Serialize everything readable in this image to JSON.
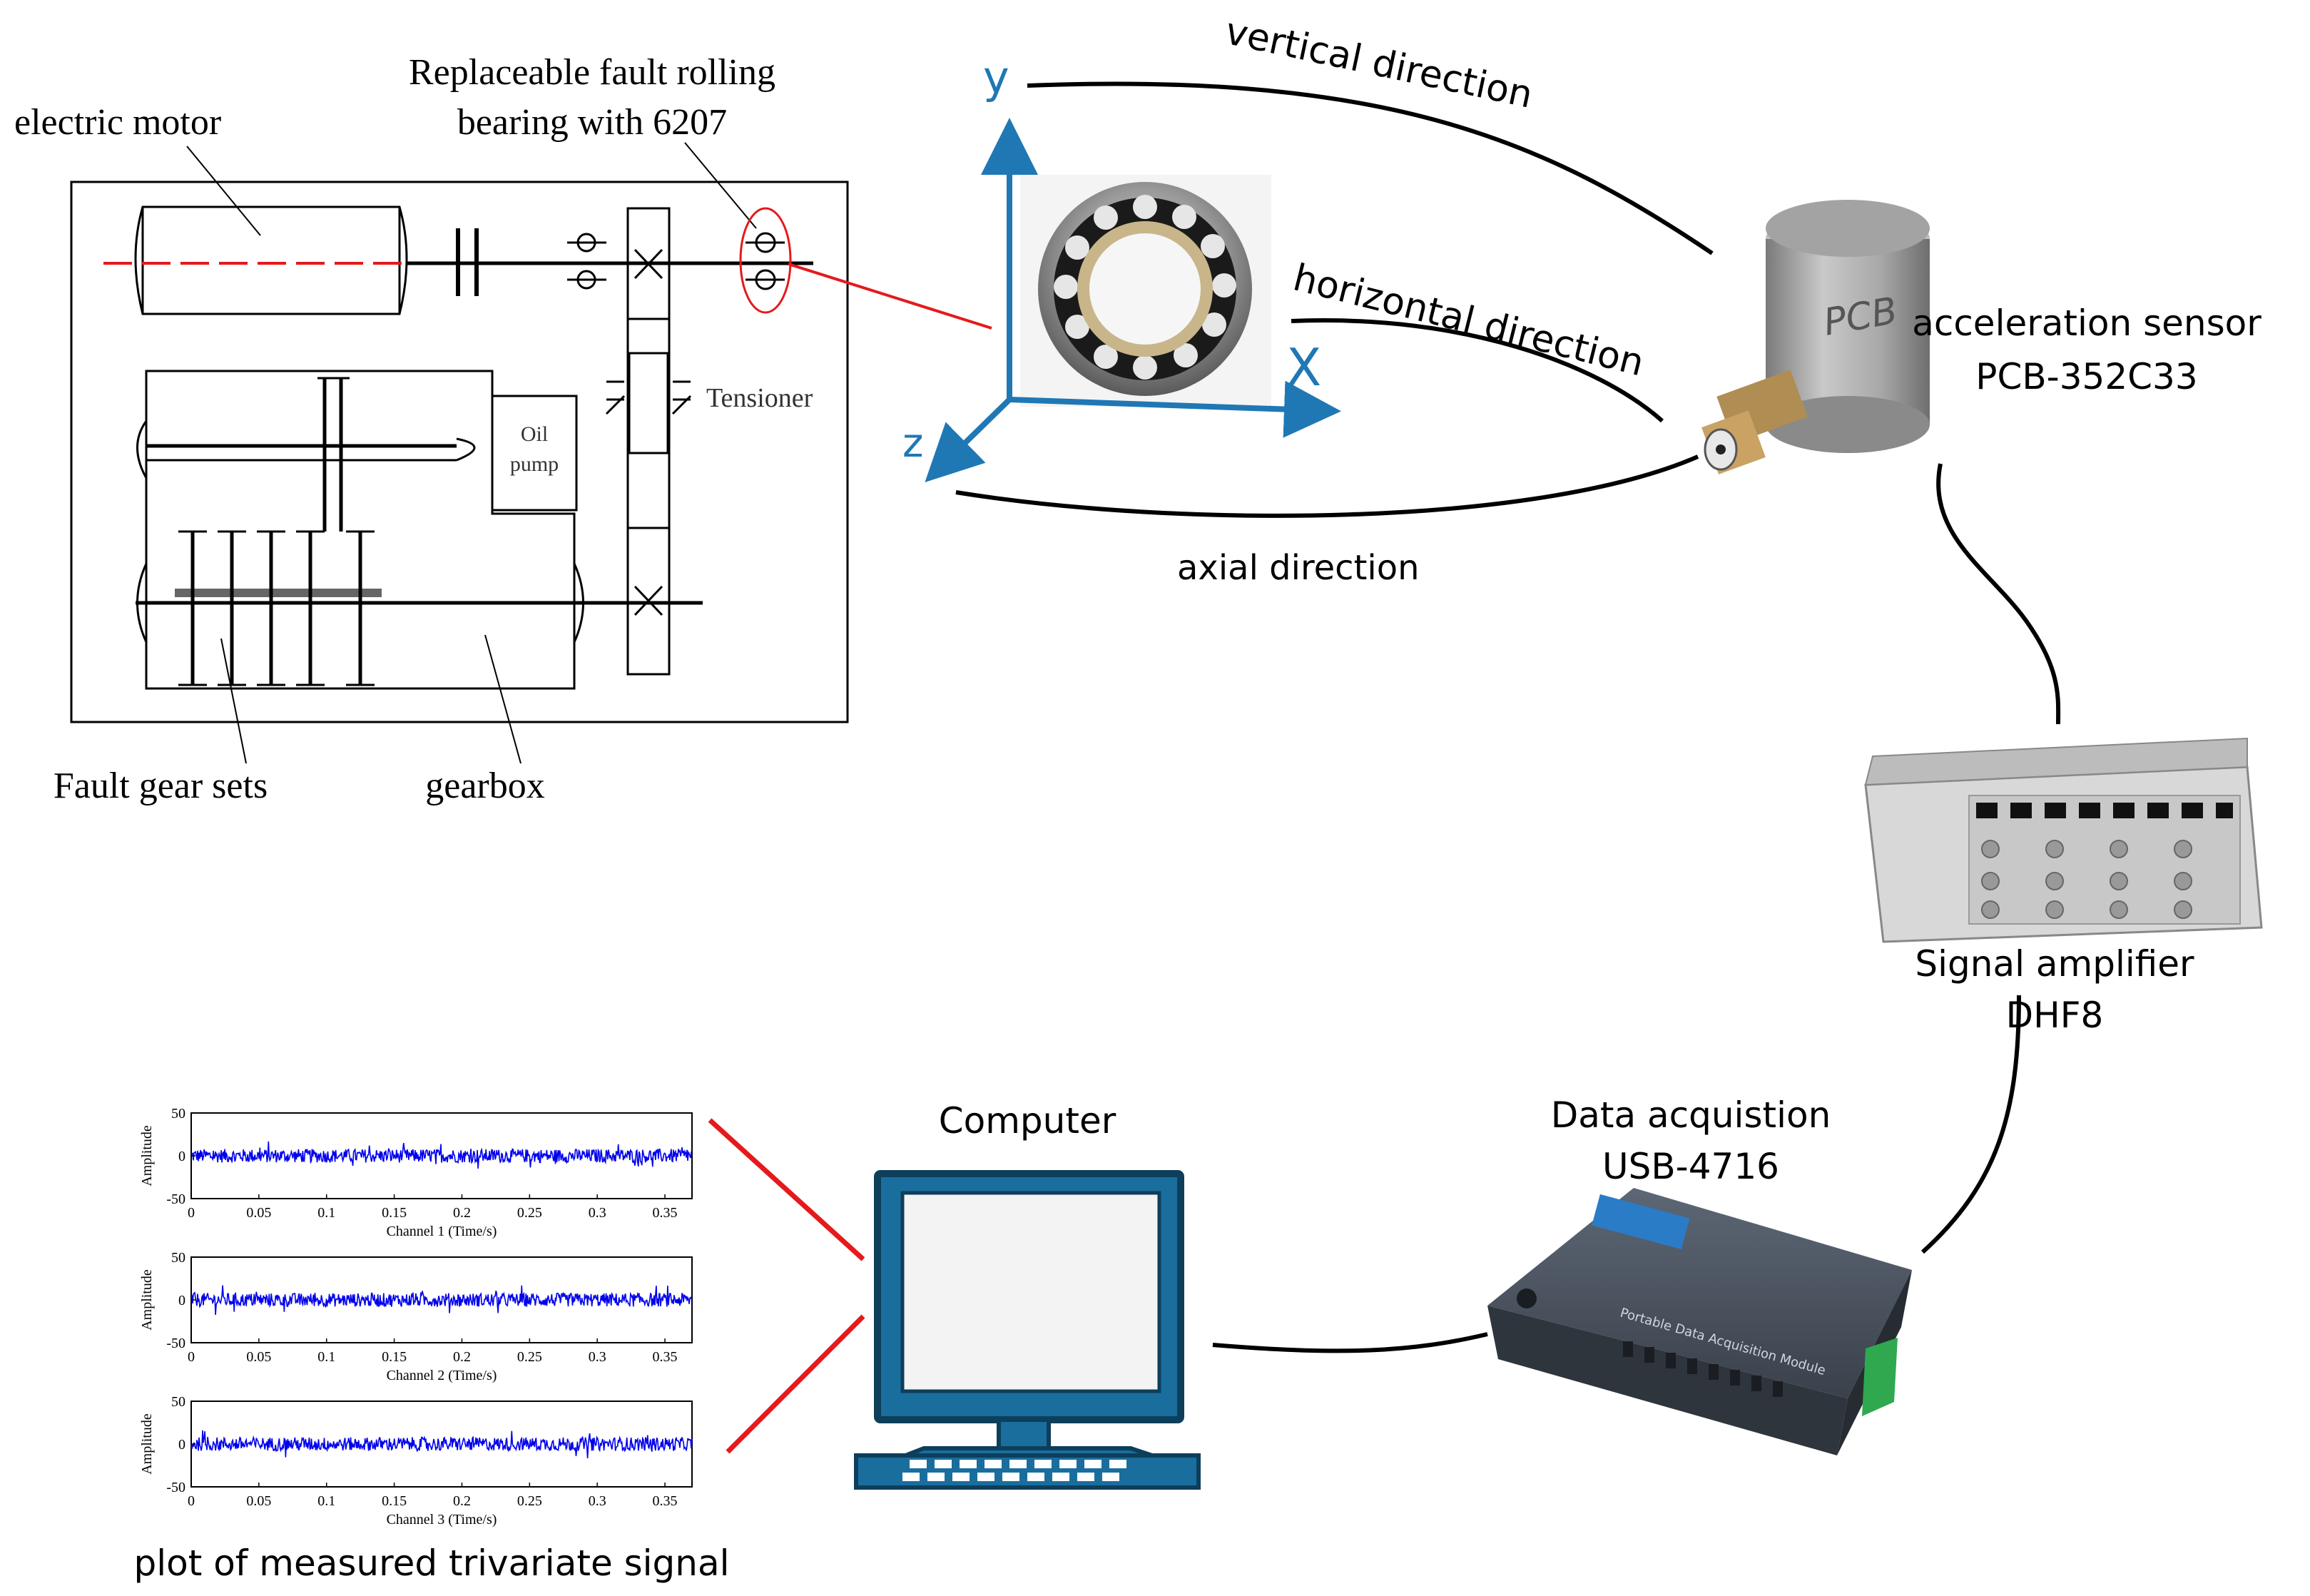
{
  "labels": {
    "motor": "electric motor",
    "bearing_l1": "Replaceable fault rolling",
    "bearing_l2": "bearing with 6207",
    "tensioner": "Tensioner",
    "oil_l1": "Oil",
    "oil_l2": "pump",
    "gear_sets": "Fault gear sets",
    "gearbox": "gearbox",
    "vertical": "vertical direction",
    "horizontal": "horizontal direction",
    "axial": "axial direction",
    "sensor_l1": "acceleration sensor",
    "sensor_l2": "PCB-352C33",
    "sensor_brand": "PCB",
    "amp_l1": "Signal amplifier",
    "amp_l2": "DHF8",
    "daq_l1": "Data acquistion",
    "daq_l2": "USB-4716",
    "daq_panel": "Portable Data Acquisition Module",
    "computer": "Computer",
    "plot_caption": "plot of measured trivariate signal"
  },
  "axes": {
    "x": "X",
    "y": "y",
    "z": "z"
  },
  "colors": {
    "axis_blue": "#1f78b4",
    "red": "#e41a1c",
    "signal_blue": "#0000ee"
  },
  "chart_data": [
    {
      "type": "line",
      "xlabel": "Channel 1 (Time/s)",
      "ylabel": "Amplitude",
      "xlim": [
        0,
        0.37
      ],
      "ylim": [
        -50,
        50
      ],
      "xticks": [
        "0",
        "0.05",
        "0.1",
        "0.15",
        "0.2",
        "0.25",
        "0.3",
        "0.35"
      ],
      "yticks": [
        "50",
        "0",
        "-50"
      ],
      "noise_amplitude": 8
    },
    {
      "type": "line",
      "xlabel": "Channel 2 (Time/s)",
      "ylabel": "Amplitude",
      "xlim": [
        0,
        0.37
      ],
      "ylim": [
        -50,
        50
      ],
      "xticks": [
        "0",
        "0.05",
        "0.1",
        "0.15",
        "0.2",
        "0.25",
        "0.3",
        "0.35"
      ],
      "yticks": [
        "50",
        "0",
        "-50"
      ],
      "noise_amplitude": 8
    },
    {
      "type": "line",
      "xlabel": "Channel 3 (Time/s)",
      "ylabel": "Amplitude",
      "xlim": [
        0,
        0.37
      ],
      "ylim": [
        -50,
        50
      ],
      "xticks": [
        "0",
        "0.05",
        "0.1",
        "0.15",
        "0.2",
        "0.25",
        "0.3",
        "0.35"
      ],
      "yticks": [
        "50",
        "0",
        "-50"
      ],
      "noise_amplitude": 8
    }
  ]
}
